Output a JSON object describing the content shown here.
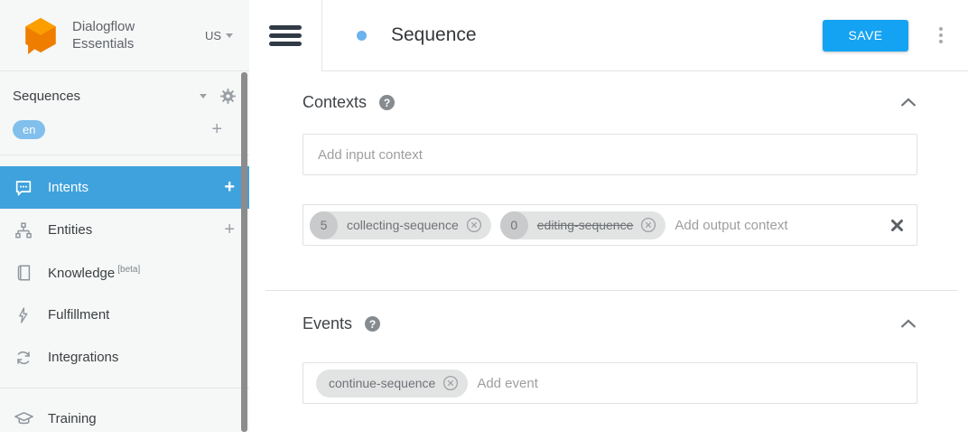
{
  "brand": {
    "line1": "Dialogflow",
    "line2": "Essentials",
    "region": "US"
  },
  "sidebar": {
    "agent_name": "Sequences",
    "language_tag": "en",
    "add_language": "+",
    "items": [
      {
        "label": "Intents",
        "add": "+"
      },
      {
        "label": "Entities",
        "add": "+"
      },
      {
        "label": "Knowledge",
        "badge": "[beta]"
      },
      {
        "label": "Fulfillment"
      },
      {
        "label": "Integrations"
      },
      {
        "label": "Training"
      }
    ]
  },
  "header": {
    "title": "Sequence",
    "save": "SAVE"
  },
  "contexts": {
    "heading": "Contexts",
    "help": "?",
    "input_placeholder": "Add input context",
    "output_placeholder": "Add output context",
    "chips": [
      {
        "lifespan": "5",
        "label": "collecting-sequence",
        "strikethrough": false
      },
      {
        "lifespan": "0",
        "label": "editing-sequence",
        "strikethrough": true
      }
    ]
  },
  "events": {
    "heading": "Events",
    "help": "?",
    "placeholder": "Add event",
    "chips": [
      {
        "label": "continue-sequence"
      }
    ]
  },
  "colors": {
    "accent_blue": "#14a3f3",
    "active_item_blue": "#3fa2dd",
    "language_chip_blue": "#81bfec",
    "logo_orange": "#f57f17",
    "intent_dot_blue": "#6cb2ef"
  }
}
